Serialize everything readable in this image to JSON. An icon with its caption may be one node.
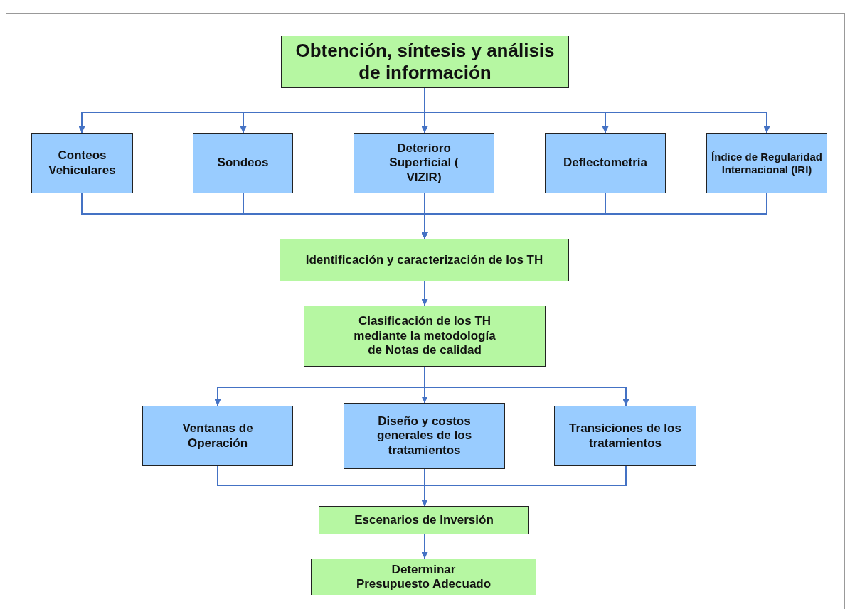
{
  "diagram": {
    "nodes": [
      {
        "text": [
          "Obtención, síntesis y análisis de información"
        ]
      },
      {
        "text": [
          "Conteos Vehiculares"
        ]
      },
      {
        "text": [
          "Sondeos"
        ]
      },
      {
        "text": [
          "Deterioro Superficial ( VIZIR)"
        ]
      },
      {
        "text": [
          "Deflectometría"
        ]
      },
      {
        "text": [
          "Índice de Regularidad Internacional (IRI)"
        ]
      },
      {
        "text": [
          "Identificación y caracterización de los TH"
        ]
      },
      {
        "text": [
          "Clasificación de los TH mediante la metodología de Notas de calidad"
        ]
      },
      {
        "text": [
          "Ventanas de Operación"
        ]
      },
      {
        "text": [
          "Diseño y costos generales de los tratamientos"
        ]
      },
      {
        "text": [
          "Transiciones de los tratamientos"
        ]
      },
      {
        "text": [
          "Escenarios de Inversión"
        ]
      },
      {
        "text": [
          "Determinar Presupuesto Adecuado"
        ]
      }
    ],
    "edges": [
      {
        "from": 0,
        "to": 1,
        "arrow": "to"
      },
      {
        "from": 0,
        "to": 2,
        "arrow": "to"
      },
      {
        "from": 0,
        "to": 3,
        "arrow": "to"
      },
      {
        "from": 0,
        "to": 4,
        "arrow": "to"
      },
      {
        "from": 0,
        "to": 5,
        "arrow": "to"
      },
      {
        "from": 1,
        "to": 6,
        "arrow": "to"
      },
      {
        "from": 2,
        "to": 6,
        "arrow": "to"
      },
      {
        "from": 3,
        "to": 6,
        "arrow": "to"
      },
      {
        "from": 4,
        "to": 6,
        "arrow": "to"
      },
      {
        "from": 5,
        "to": 6,
        "arrow": "to"
      },
      {
        "from": 6,
        "to": 7,
        "arrow": "to"
      },
      {
        "from": 7,
        "to": 8,
        "arrow": "to"
      },
      {
        "from": 7,
        "to": 9,
        "arrow": "to"
      },
      {
        "from": 7,
        "to": 10,
        "arrow": "to"
      },
      {
        "from": 8,
        "to": 11,
        "arrow": "to"
      },
      {
        "from": 9,
        "to": 11,
        "arrow": "to"
      },
      {
        "from": 10,
        "to": 11,
        "arrow": "to"
      },
      {
        "from": 11,
        "to": 12,
        "arrow": "to"
      }
    ]
  }
}
